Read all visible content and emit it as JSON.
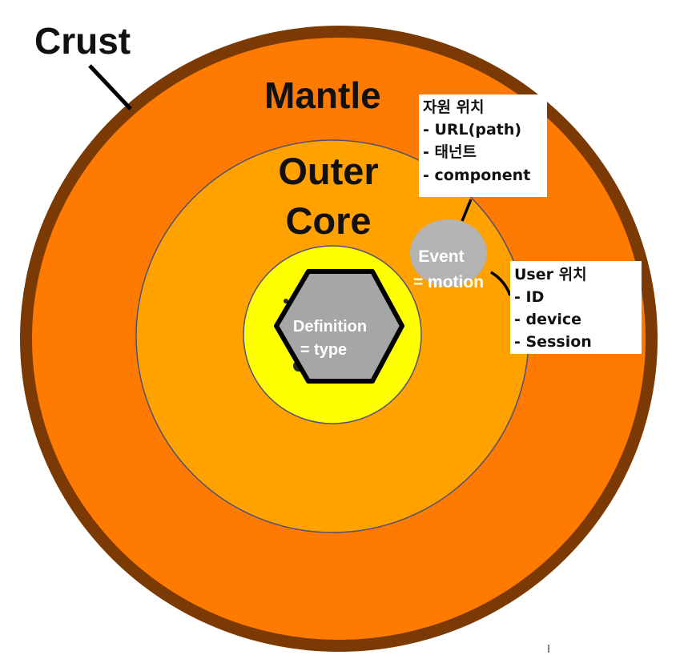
{
  "labels": {
    "crust": "Crust",
    "mantle": "Mantle",
    "outer_core_line1": "Outer",
    "outer_core_line2": "Core",
    "event_line1": "Event",
    "event_line2": "= motion",
    "definition_line1": "Definition",
    "definition_line2": "= type"
  },
  "resource_box": {
    "title": "자원 위치",
    "items": [
      "- URL(path)",
      "- 태넌트",
      "- component"
    ]
  },
  "user_box": {
    "title": "User 위치",
    "items": [
      "- ID",
      "- device",
      "- Session"
    ]
  },
  "colors": {
    "crust": "#7b3a04",
    "mantle": "#ff7a00",
    "outer_core": "#ffa200",
    "inner_core": "#ffff00",
    "hexagon": "#a6a6a6",
    "event_ellipse": "#b4b4b4",
    "ring_outline": "#505070"
  }
}
